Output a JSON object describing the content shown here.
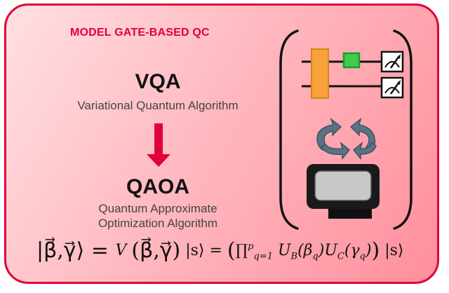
{
  "heading": "MODEL GATE-BASED QC",
  "vqa": {
    "acronym": "VQA",
    "full_name": "Variational Quantum Algorithm"
  },
  "qaoa": {
    "acronym": "QAOA",
    "full_name_line1": "Quantum Approximate",
    "full_name_line2": "Optimization Algorithm"
  },
  "equation": {
    "lhs": "|β⃗,γ⃗⟩ = ",
    "v": "V",
    "v_args": "(β⃗,γ⃗)",
    "ket_s": "|s⟩",
    "eq2": " = ",
    "prod": "∏",
    "prod_sub": "q=1",
    "prod_sup": "p",
    "ub": "U",
    "ub_sub": "B",
    "beta_q": "(β",
    "beta_sub": "q",
    "uc": ")U",
    "uc_sub": "C",
    "gamma_q": "(γ",
    "gamma_sub": "q",
    "close": ")",
    "ket_s2": "|s⟩"
  },
  "colors": {
    "border": "#e0003a",
    "arrow": "#e0003a",
    "gate_orange": "#f7a23b",
    "gate_green": "#3ecf4a",
    "cycle_arrows": "#5b7184",
    "monitor_screen": "#c8c8c8"
  },
  "icons": [
    "hadamard-gate-icon",
    "single-qubit-gate-icon",
    "measurement-meter-icon",
    "optimization-cycle-icon",
    "classical-computer-icon"
  ]
}
